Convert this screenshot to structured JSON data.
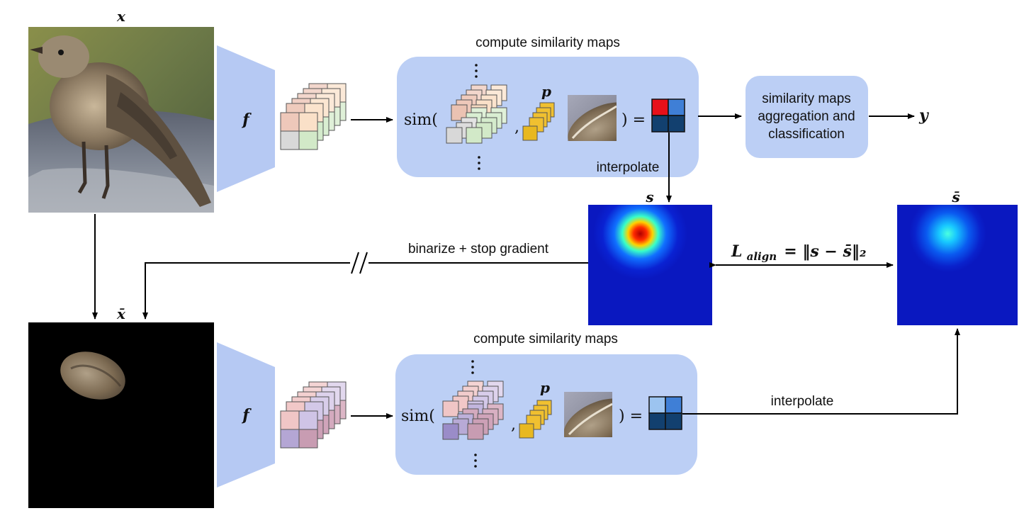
{
  "symbols": {
    "x": "x",
    "x_bar": "x̄",
    "f_top": "f",
    "f_bottom": "f",
    "p_top": "p",
    "p_bottom": "p",
    "y": "y",
    "s": "s",
    "s_bar": "s̄"
  },
  "labels": {
    "compute_top": "compute similarity maps",
    "compute_bottom": "compute similarity maps",
    "interpolate_top": "interpolate",
    "interpolate_bottom": "interpolate",
    "binarize": "binarize + stop gradient",
    "aggregation_line1": "similarity maps",
    "aggregation_line2": "aggregation and",
    "aggregation_line3": "classification"
  },
  "formula": {
    "lhs": "L",
    "subscript": "align",
    "rhs": "= ‖s − s̄‖₂"
  },
  "sim_expr": {
    "open_top": "sim(",
    "comma_top": ",",
    "close_top": ") =",
    "open_bottom": "sim(",
    "comma_bottom": ",",
    "close_bottom": ") ="
  },
  "colors": {
    "panel_fill": "#bccff5",
    "encoder_fill": "#b6c9f3",
    "heatmap_bg": "#0a18c0",
    "prototype_gold": "#f0c030",
    "grid_top": [
      "#e8101a",
      "#3f7fd6",
      "#12406f",
      "#12406f"
    ],
    "grid_bottom": [
      "#9cc4f0",
      "#3f7fd6",
      "#12406f",
      "#12406f"
    ]
  }
}
